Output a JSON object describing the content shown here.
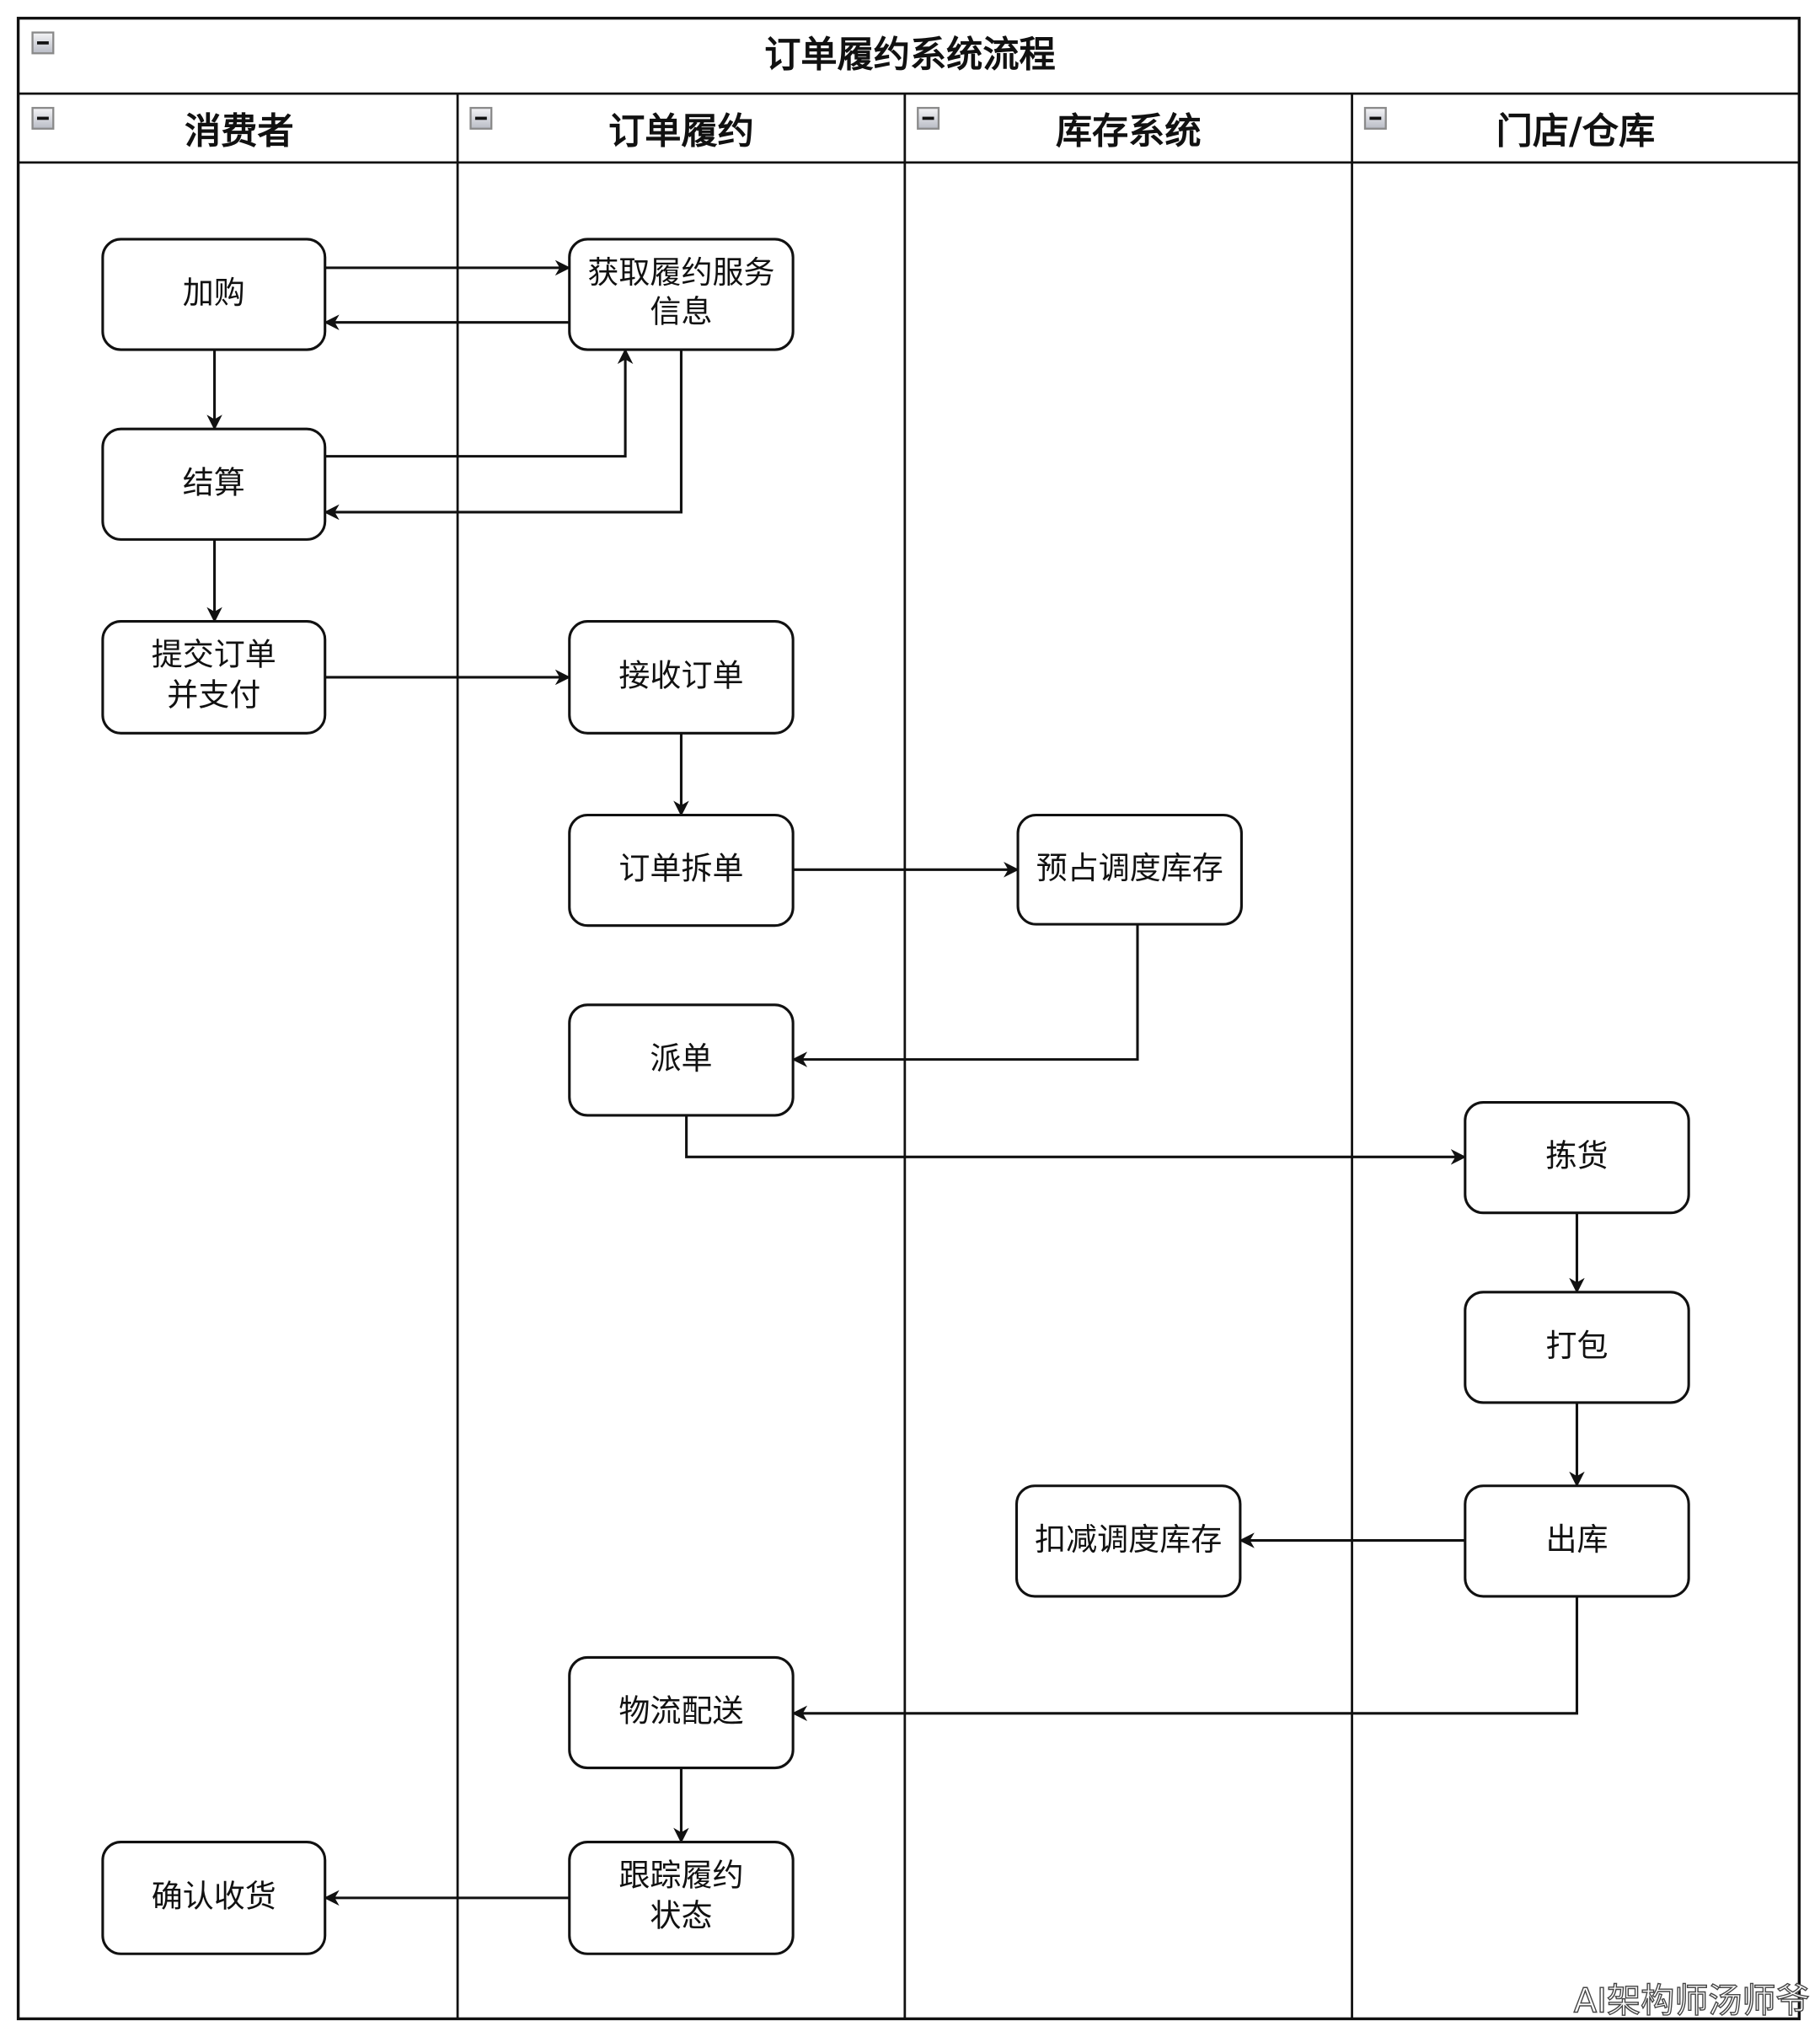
{
  "diagram": {
    "title": "订单履约系统流程",
    "lanes": [
      {
        "id": "consumer",
        "label": "消费者"
      },
      {
        "id": "fulfillment",
        "label": "订单履约"
      },
      {
        "id": "inventory",
        "label": "库存系统"
      },
      {
        "id": "store",
        "label": "门店/仓库"
      }
    ],
    "nodes": [
      {
        "id": "add_cart",
        "lane": "consumer",
        "lines": [
          "加购"
        ]
      },
      {
        "id": "get_info",
        "lane": "fulfillment",
        "lines": [
          "获取履约服务",
          "信息"
        ]
      },
      {
        "id": "checkout",
        "lane": "consumer",
        "lines": [
          "结算"
        ]
      },
      {
        "id": "submit_pay",
        "lane": "consumer",
        "lines": [
          "提交订单",
          "并支付"
        ]
      },
      {
        "id": "receive_order",
        "lane": "fulfillment",
        "lines": [
          "接收订单"
        ]
      },
      {
        "id": "split_order",
        "lane": "fulfillment",
        "lines": [
          "订单拆单"
        ]
      },
      {
        "id": "reserve_stock",
        "lane": "inventory",
        "lines": [
          "预占调度库存"
        ]
      },
      {
        "id": "dispatch",
        "lane": "fulfillment",
        "lines": [
          "派单"
        ]
      },
      {
        "id": "pick",
        "lane": "store",
        "lines": [
          "拣货"
        ]
      },
      {
        "id": "pack",
        "lane": "store",
        "lines": [
          "打包"
        ]
      },
      {
        "id": "deduct_stock",
        "lane": "inventory",
        "lines": [
          "扣减调度库存"
        ]
      },
      {
        "id": "outbound",
        "lane": "store",
        "lines": [
          "出库"
        ]
      },
      {
        "id": "delivery",
        "lane": "fulfillment",
        "lines": [
          "物流配送"
        ]
      },
      {
        "id": "track",
        "lane": "fulfillment",
        "lines": [
          "跟踪履约",
          "状态"
        ]
      },
      {
        "id": "confirm",
        "lane": "consumer",
        "lines": [
          "确认收货"
        ]
      }
    ],
    "edges": [
      {
        "from": "add_cart",
        "to": "get_info"
      },
      {
        "from": "get_info",
        "to": "add_cart"
      },
      {
        "from": "add_cart",
        "to": "checkout"
      },
      {
        "from": "checkout",
        "to": "get_info"
      },
      {
        "from": "get_info",
        "to": "checkout"
      },
      {
        "from": "checkout",
        "to": "submit_pay"
      },
      {
        "from": "submit_pay",
        "to": "receive_order"
      },
      {
        "from": "receive_order",
        "to": "split_order"
      },
      {
        "from": "split_order",
        "to": "reserve_stock"
      },
      {
        "from": "reserve_stock",
        "to": "dispatch"
      },
      {
        "from": "dispatch",
        "to": "pick"
      },
      {
        "from": "pick",
        "to": "pack"
      },
      {
        "from": "pack",
        "to": "outbound"
      },
      {
        "from": "outbound",
        "to": "deduct_stock"
      },
      {
        "from": "outbound",
        "to": "delivery"
      },
      {
        "from": "delivery",
        "to": "track"
      },
      {
        "from": "track",
        "to": "confirm"
      }
    ]
  },
  "watermark": "AI架构师汤师爷"
}
